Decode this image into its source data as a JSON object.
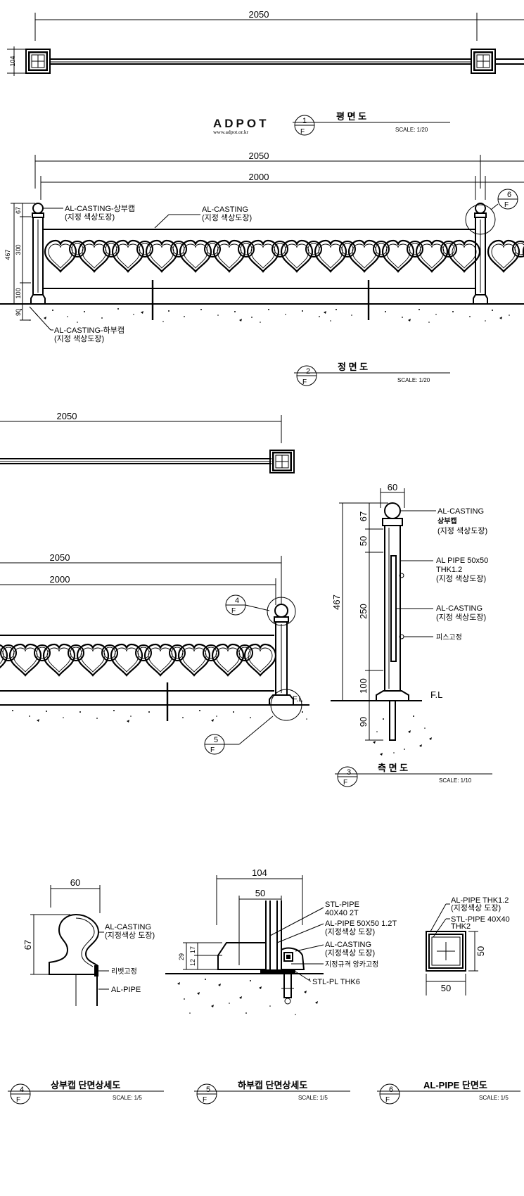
{
  "brand": {
    "name": "ADPOT",
    "url": "www.adpot.or.kr"
  },
  "views": {
    "v1": {
      "num": "1",
      "ref": "F",
      "title": "평      면      도",
      "scale": "SCALE: 1/20",
      "dim_top": "2050",
      "dim_side": "104"
    },
    "v2": {
      "num": "2",
      "ref": "F",
      "title": "정      면      도",
      "scale": "SCALE: 1/20",
      "dim_a": "2050",
      "dim_b": "2000",
      "label_top_cap": "AL-CASTING-상부캡",
      "label_top_cap_sub": "(지정  색상도장)",
      "label_panel": "AL-CASTING",
      "label_panel_sub": "(지정  색상도장)",
      "label_bot_cap": "AL-CASTING-하부캡",
      "label_bot_cap_sub": "(지정  색상도장)",
      "v_dims": [
        "467",
        "67",
        "300",
        "100",
        "90"
      ],
      "callout": "6",
      "callout_ref": "F"
    },
    "v1b": {
      "dim_top": "2050"
    },
    "v2b": {
      "dim_a": "2050",
      "dim_b": "2000",
      "callout4": "4",
      "callout5": "5",
      "callout_ref": "F",
      "fl": "F.L"
    },
    "v3": {
      "num": "3",
      "ref": "F",
      "title": "측      면      도",
      "scale": "SCALE: 1/10",
      "dim_w": "60",
      "v_dims": [
        "467",
        "67",
        "50",
        "250",
        "100",
        "90"
      ],
      "fl": "F.L",
      "l1": "AL-CASTING",
      "l1b": "상부캡",
      "l1c": "(지정  색상도장)",
      "l2": "AL  PIPE  50x50",
      "l2b": "THK1.2",
      "l2c": "(지정  색상도장)",
      "l3": "AL-CASTING",
      "l3b": "(지정  색상도장)",
      "l4": "피스고정"
    },
    "v4": {
      "num": "4",
      "ref": "F",
      "title": "상부캡  단면상세도",
      "scale": "SCALE: 1/5",
      "dim_w": "60",
      "dim_h": "67",
      "l1": "AL-CASTING",
      "l1b": "(지정색상  도장)",
      "l2": "리벳고정",
      "l3": "AL-PIPE"
    },
    "v5": {
      "num": "5",
      "ref": "F",
      "title": "하부캡  단면상세도",
      "scale": "SCALE: 1/5",
      "dim_w": "104",
      "dim_w2": "50",
      "dim_h1": "29",
      "dim_h2": "17",
      "dim_h3": "12",
      "l1": "STL-PIPE",
      "l1b": "40X40  2T",
      "l2": "AL-PIPE  50X50  1.2T",
      "l2b": "(지정색상  도장)",
      "l3": "AL-CASTING",
      "l3b": "(지정색상  도장)",
      "l4": "지정규격  앙카고정",
      "l5": "STL-PL  THK6"
    },
    "v6": {
      "num": "6",
      "ref": "F",
      "title": "AL-PIPE  단면도",
      "scale": "SCALE: 1/5",
      "dim_w": "50",
      "dim_h": "50",
      "l1": "AL-PIPE  THK1.2",
      "l1b": "(지정색상  도장)",
      "l2": "STL-PIPE  40X40",
      "l2b": "THK2"
    }
  },
  "colors": {
    "line": "#000000",
    "background": "#ffffff",
    "brand_accent": "#d0312d"
  }
}
